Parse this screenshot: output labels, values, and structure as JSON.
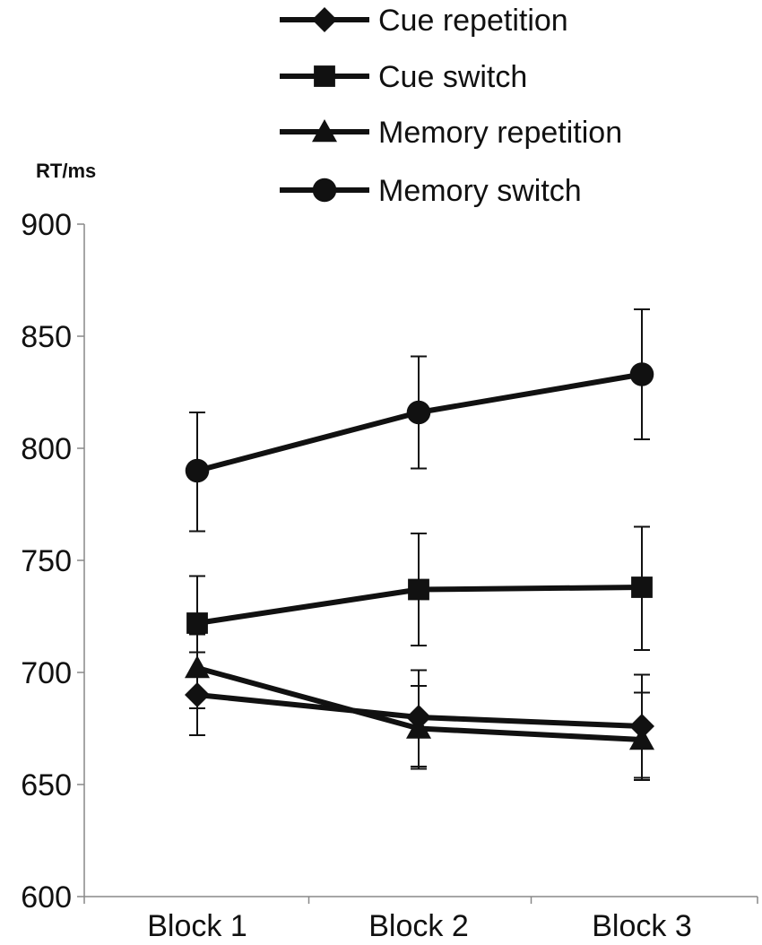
{
  "chart_data": {
    "type": "line",
    "ylabel": "RT/ms",
    "xlabel": "",
    "categories": [
      "Block 1",
      "Block 2",
      "Block 3"
    ],
    "ylim": [
      600,
      900
    ],
    "yticks": [
      600,
      650,
      700,
      750,
      800,
      850,
      900
    ],
    "grid": false,
    "legend_position": "top",
    "series": [
      {
        "name": "Cue repetition",
        "marker": "diamond",
        "values": [
          690,
          680,
          676
        ],
        "err_low": [
          672,
          658,
          653
        ],
        "err_high": [
          709,
          701,
          699
        ]
      },
      {
        "name": "Cue switch",
        "marker": "square",
        "values": [
          722,
          737,
          738
        ],
        "err_low": [
          700,
          712,
          710
        ],
        "err_high": [
          743,
          762,
          765
        ]
      },
      {
        "name": "Memory repetition",
        "marker": "triangle",
        "values": [
          702,
          675,
          670
        ],
        "err_low": [
          684,
          657,
          652
        ],
        "err_high": [
          717,
          694,
          691
        ]
      },
      {
        "name": "Memory switch",
        "marker": "circle",
        "values": [
          790,
          816,
          833
        ],
        "err_low": [
          763,
          791,
          804
        ],
        "err_high": [
          816,
          841,
          862
        ]
      }
    ],
    "colors": {
      "line": "#111111",
      "axis": "#888888"
    }
  }
}
